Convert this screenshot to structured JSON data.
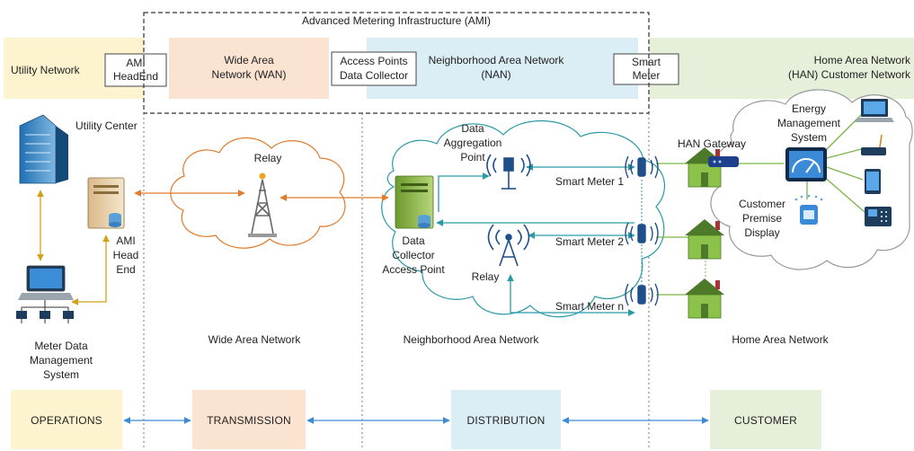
{
  "ami_box": {
    "title": "Advanced Metering Infrastructure (AMI)"
  },
  "header_bands": {
    "utility_network": "Utility Network",
    "ami_headend": [
      "AMI",
      "HeadEnd"
    ],
    "wan": [
      "Wide Area",
      "Network (WAN)"
    ],
    "access_points": [
      "Access Points",
      "Data Collector"
    ],
    "nan": [
      "Neighborhood Area Network",
      "(NAN)"
    ],
    "smart_meter": [
      "Smart",
      "Meter"
    ],
    "han": [
      "Home Area Network",
      "(HAN) Customer Network"
    ]
  },
  "nodes": {
    "utility_center": "Utility Center",
    "ami_head_end": [
      "AMI",
      "Head",
      "End"
    ],
    "mdms": [
      "Meter Data",
      "Management",
      "System"
    ],
    "relay_wan": "Relay",
    "data_aggregation_point": [
      "Data",
      "Aggregation",
      "Point"
    ],
    "data_collector": [
      "Data",
      "Collector",
      "Access Point"
    ],
    "relay_nan": "Relay",
    "smart_meter_1": "Smart Meter 1",
    "smart_meter_2": "Smart Meter 2",
    "smart_meter_n": "Smart Meter n",
    "han_gateway": "HAN Gateway",
    "ems": [
      "Energy",
      "Management",
      "System"
    ],
    "customer_premise_display": [
      "Customer",
      "Premise",
      "Display"
    ]
  },
  "section_labels": {
    "wan": "Wide Area Network",
    "nan": "Neighborhood Area Network",
    "han": "Home Area Network"
  },
  "stages": [
    "OPERATIONS",
    "TRANSMISSION",
    "DISTRIBUTION",
    "CUSTOMER"
  ],
  "colors": {
    "utility_band": "#fdf3cf",
    "wan_band": "#fbe3d2",
    "nan_band": "#dceef5",
    "han_band": "#e6efd9",
    "wan_link": "#e07b2a",
    "nan_link": "#2a9aa7",
    "mgmt_link": "#d4a017",
    "han_link": "#7ab648",
    "stage_arrow": "#3a8ad8"
  }
}
